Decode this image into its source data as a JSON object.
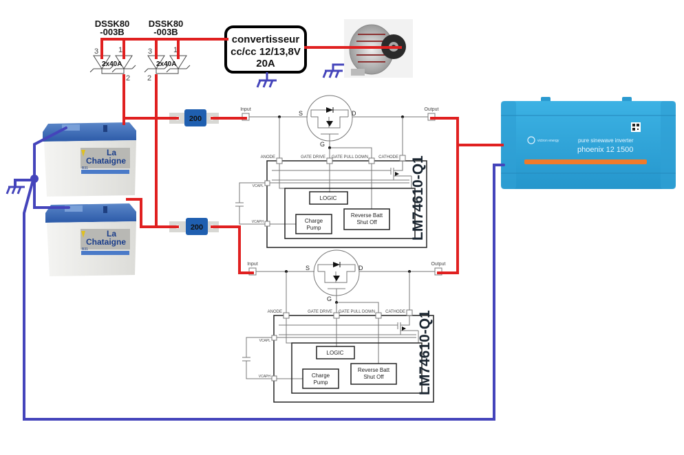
{
  "diagram": {
    "title": "Dual battery isolation wiring with LM74610-Q1 ideal diode controllers",
    "colors": {
      "positive_wire": "#e02020",
      "negative_wire": "#4444bb",
      "schematic_line": "#777777",
      "inverter_body": "#2fa4d8",
      "inverter_stripe": "#f07a2a",
      "fuse_body": "#1f5fb0"
    },
    "diodes": [
      {
        "part": "DSSK80",
        "suffix": "-003B",
        "rating": "2x40A",
        "pins": [
          "3",
          "1",
          "2"
        ]
      },
      {
        "part": "DSSK80",
        "suffix": "-003B",
        "rating": "2x40A",
        "pins": [
          "3",
          "1",
          "2"
        ]
      }
    ],
    "converter": {
      "line1": "convertisseur",
      "line2": "cc/cc 12/13,8V",
      "line3": "20A"
    },
    "alternator": {
      "label": "alternator-image"
    },
    "batteries": [
      {
        "brand_top": "La",
        "brand_bottom": "Chataigne",
        "code": "B31"
      },
      {
        "brand_top": "La",
        "brand_bottom": "Chataigne",
        "code": "B31"
      }
    ],
    "fuses": [
      {
        "value": "200"
      },
      {
        "value": "200"
      }
    ],
    "controllers": [
      {
        "chip": "LM74610-Q1",
        "input": "Input",
        "output": "Output",
        "source": "S",
        "drain": "D",
        "gate": "G",
        "pins": [
          "ANODE",
          "GATE DRIVE",
          "GATE PULL DOWN",
          "CATHODE"
        ],
        "vcap_l": "VCAPL",
        "vcap_h": "VCAPH",
        "blocks": {
          "logic": "LOGIC",
          "charge_pump_1": "Charge",
          "charge_pump_2": "Pump",
          "reverse_1": "Reverse Batt",
          "reverse_2": "Shut Off"
        }
      },
      {
        "chip": "LM74610-Q1",
        "input": "Input",
        "output": "Output",
        "source": "S",
        "drain": "D",
        "gate": "G",
        "pins": [
          "ANODE",
          "GATE DRIVE",
          "GATE PULL DOWN",
          "CATHODE"
        ],
        "vcap_l": "VCAPL",
        "vcap_h": "VCAPH",
        "blocks": {
          "logic": "LOGIC",
          "charge_pump_1": "Charge",
          "charge_pump_2": "Pump",
          "reverse_1": "Reverse Batt",
          "reverse_2": "Shut Off"
        }
      }
    ],
    "inverter": {
      "brand": "victron energy",
      "subtitle": "pure sinewave inverter",
      "model": "phoenix 12 1500"
    }
  }
}
